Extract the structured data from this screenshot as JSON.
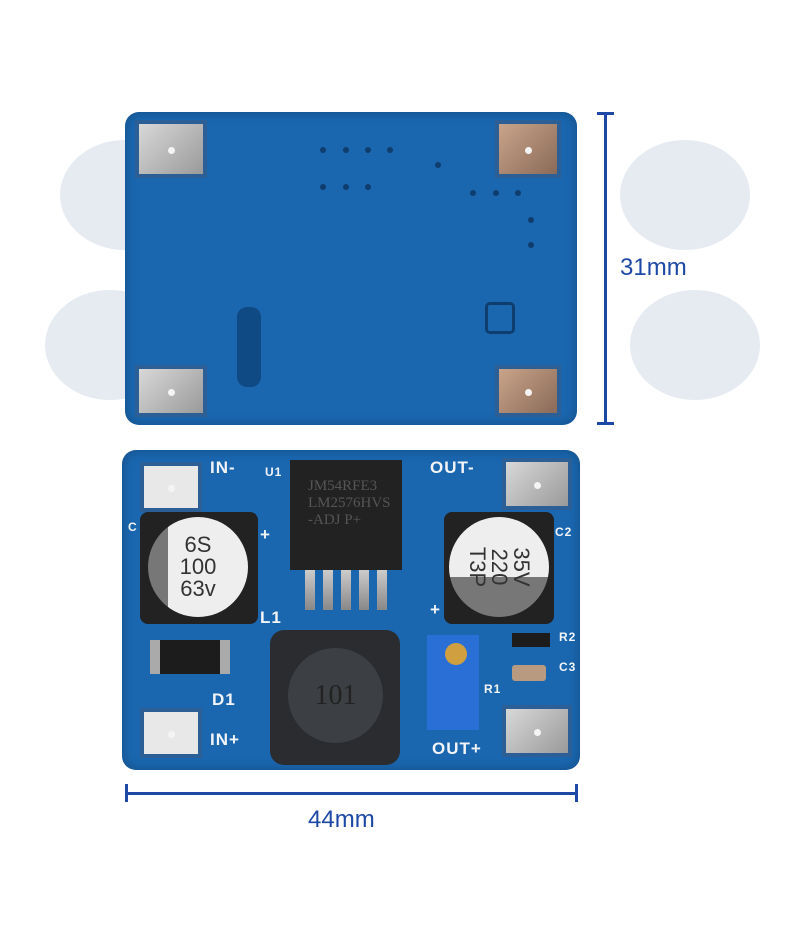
{
  "dimensions": {
    "height_label": "31mm",
    "width_label": "44mm"
  },
  "board_labels": {
    "in_minus": "IN-",
    "in_plus": "IN+",
    "out_minus": "OUT-",
    "out_plus": "OUT+",
    "u1": "U1",
    "l1": "L1",
    "d1": "D1",
    "r1": "R1",
    "r2": "R2",
    "c2": "C2",
    "c3": "C3",
    "c1": "C",
    "plus1": "+",
    "plus2": "+"
  },
  "chip": {
    "line1": "JM54RFE3",
    "line2": "LM2576HVS",
    "line3": "-ADJ  P+"
  },
  "cap_left": {
    "line1": "6S",
    "line2": "100",
    "line3": "63v"
  },
  "cap_right": {
    "line1": "35V",
    "line2": "220",
    "line3": "T3P"
  },
  "inductor": {
    "marking": "101"
  },
  "colors": {
    "pcb": "#1a67b0",
    "dimension": "#1d48a6"
  }
}
